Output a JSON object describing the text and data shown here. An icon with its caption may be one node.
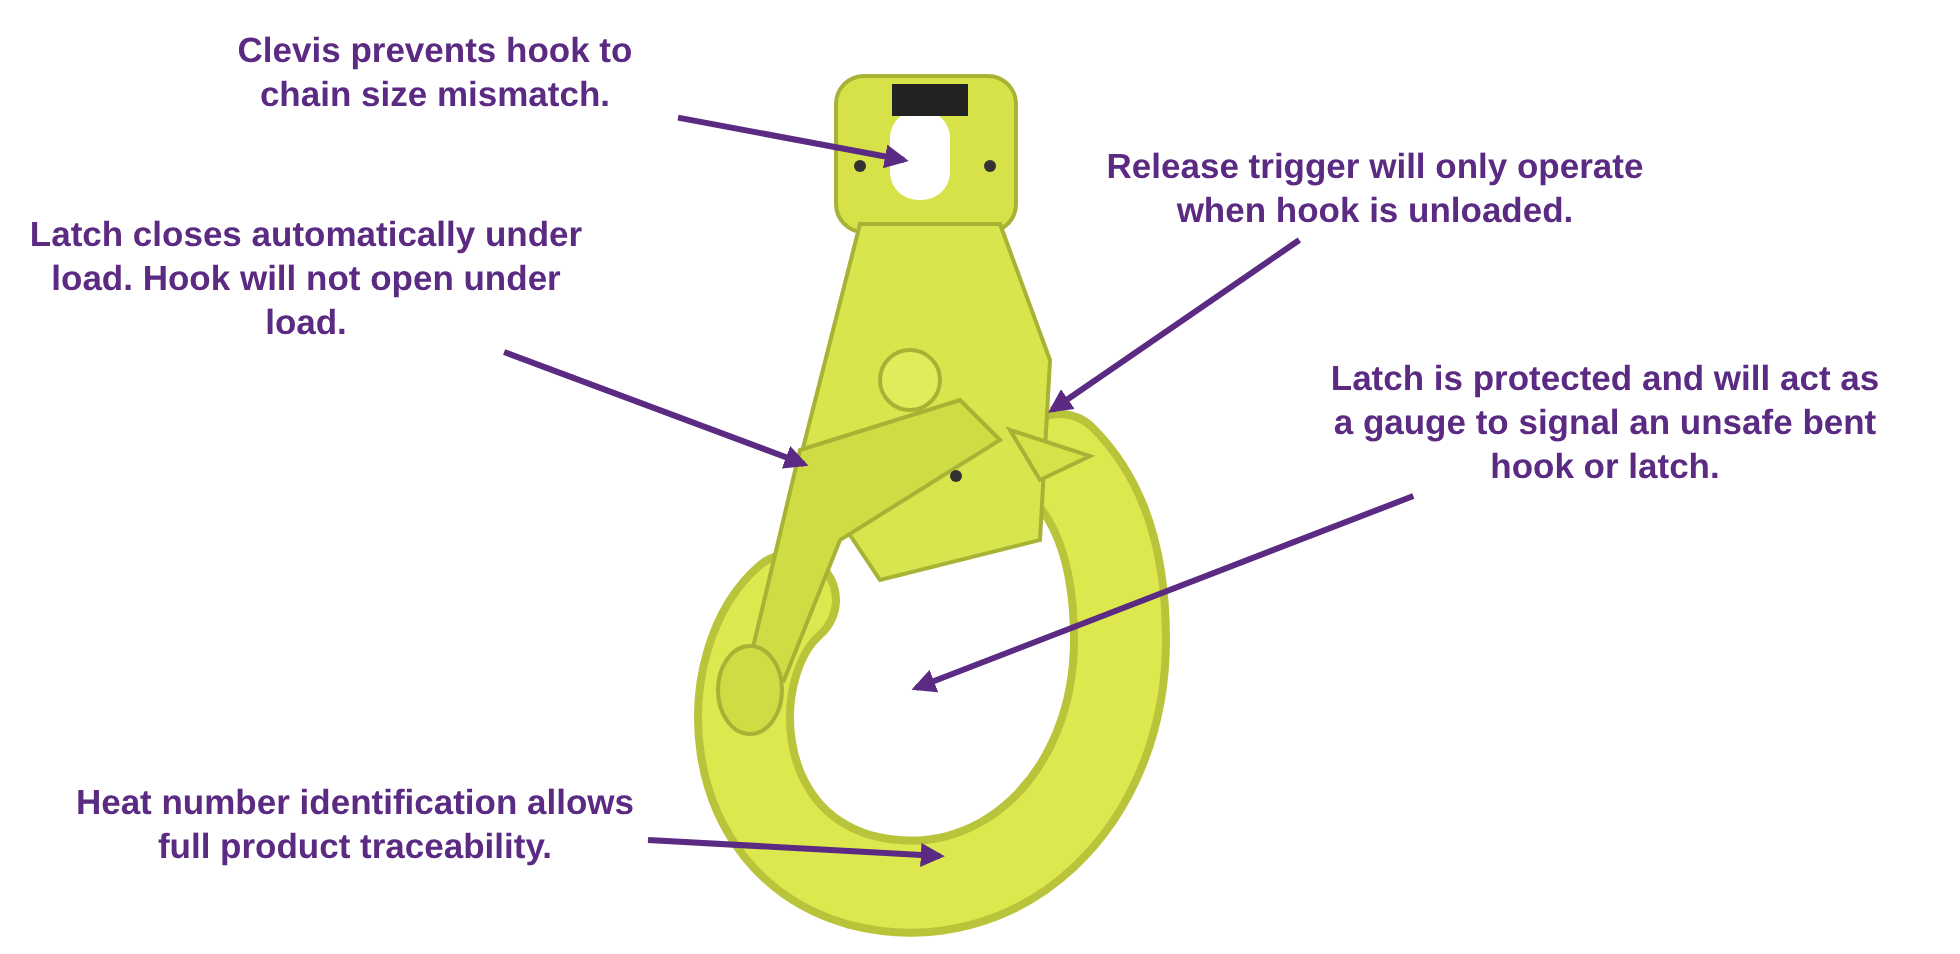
{
  "diagram": {
    "nodes": [
      {
        "text": [
          "Clevis prevents hook to chain size mismatch."
        ]
      },
      {
        "text": [
          "Release trigger will only operate when hook is unloaded."
        ]
      },
      {
        "text": [
          "Latch closes automatically under load. Hook will not open under load."
        ]
      },
      {
        "text": [
          "Latch is protected and will act as a gauge to signal an unsafe bent hook or latch."
        ]
      },
      {
        "text": [
          "Heat number identification allows full product traceability."
        ]
      }
    ],
    "edges": [
      {
        "from": 0,
        "to": null,
        "arrow": "to"
      },
      {
        "from": 1,
        "to": null,
        "arrow": "to"
      },
      {
        "from": 2,
        "to": null,
        "arrow": "to"
      },
      {
        "from": 3,
        "to": null,
        "arrow": "to"
      },
      {
        "from": 4,
        "to": null,
        "arrow": "to"
      }
    ]
  }
}
